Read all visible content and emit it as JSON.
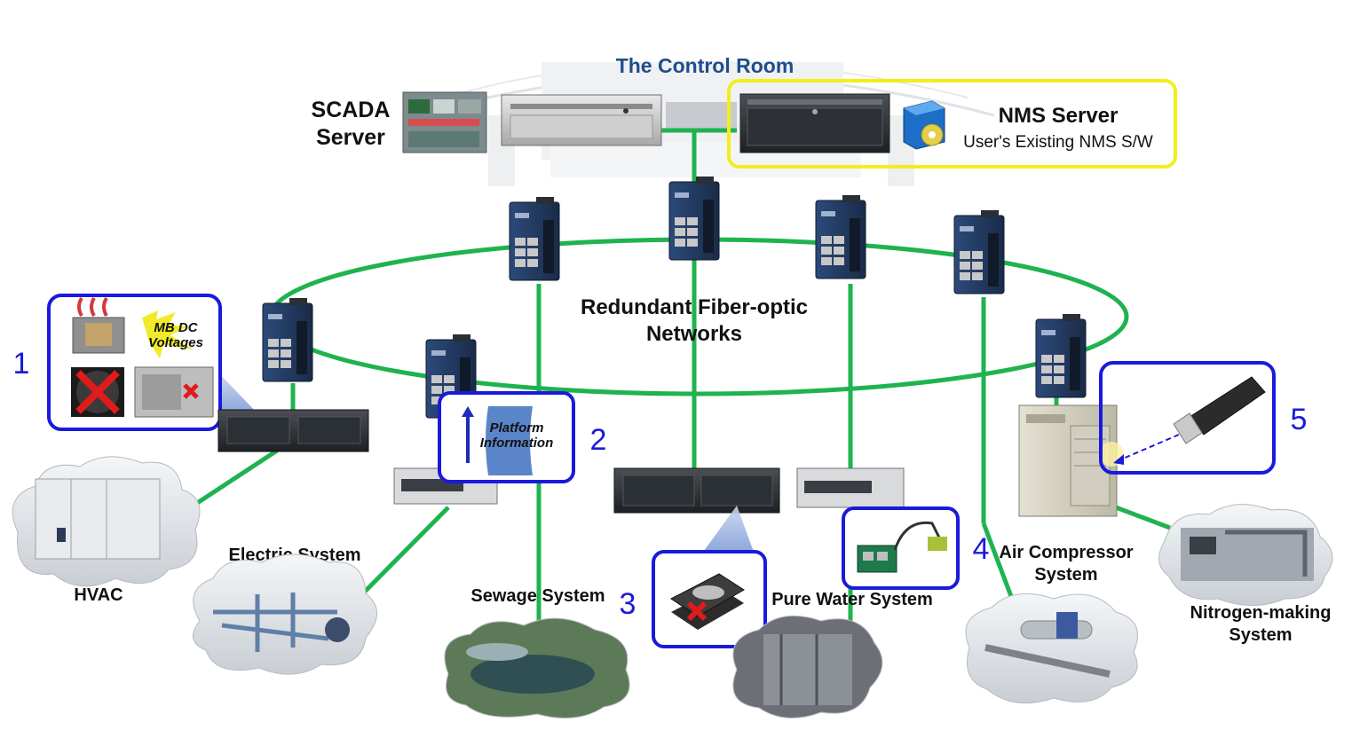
{
  "title": "The Control Room",
  "servers": {
    "scada_line1": "SCADA",
    "scada_line2": "Server",
    "nms_title": "NMS Server",
    "nms_subtitle": "User's Existing NMS S/W"
  },
  "network": {
    "line1": "Redundant Fiber-optic",
    "line2": "Networks"
  },
  "callouts": {
    "c1_number": "1",
    "c1_text_line1": "MB DC",
    "c1_text_line2": "Voltages",
    "c2_number": "2",
    "c2_text_line1": "Platform",
    "c2_text_line2": "Information",
    "c3_number": "3",
    "c4_number": "4",
    "c5_number": "5"
  },
  "systems": {
    "hvac": "HVAC",
    "electric": "Electric System",
    "sewage": "Sewage System",
    "pure_water": "Pure Water System",
    "air_line1": "Air Compressor",
    "air_line2": "System",
    "nitrogen_line1": "Nitrogen-making",
    "nitrogen_line2": "System"
  },
  "colors": {
    "link_green": "#1fb34f",
    "callout_blue": "#1a1adc",
    "nms_highlight": "#f2ee1c",
    "title_blue": "#1f4e8c"
  }
}
